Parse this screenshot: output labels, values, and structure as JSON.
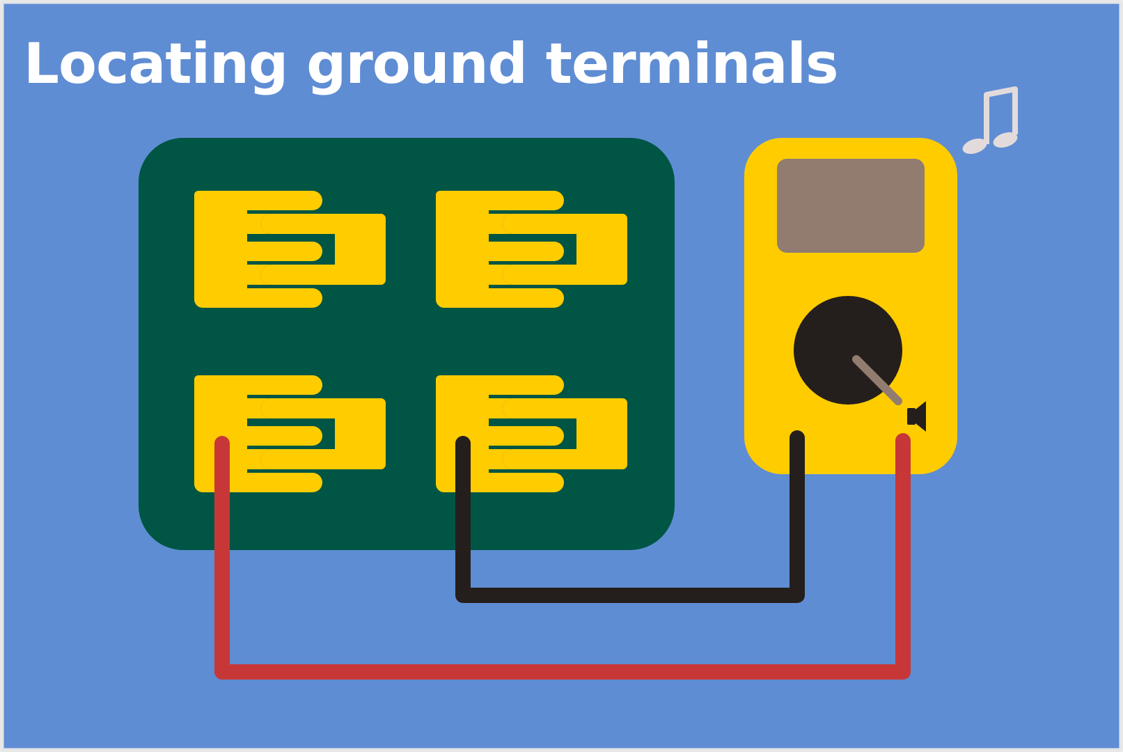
{
  "title": "Locating ground terminals",
  "colors": {
    "background": "#5f8dd3",
    "frame": "#e6e6e6",
    "board": "#005544",
    "pads": "#ffcc00",
    "meter_body": "#ffcc00",
    "meter_screen": "#917c6f",
    "dial": "#241f1c",
    "dial_pointer": "#917c6f",
    "red_lead": "#c83737",
    "black_lead": "#241f1c",
    "title_text": "#ffffff",
    "music_note": "#e3dbdb"
  },
  "board": {
    "pad_count": 4
  },
  "multimeter": {
    "mode_icon": "speaker-icon",
    "sound_icon": "music-note-icon"
  },
  "probes": [
    {
      "name": "red-lead",
      "connects": "bottom-left pad to meter right terminal"
    },
    {
      "name": "black-lead",
      "connects": "bottom-right pad to meter left terminal"
    }
  ]
}
